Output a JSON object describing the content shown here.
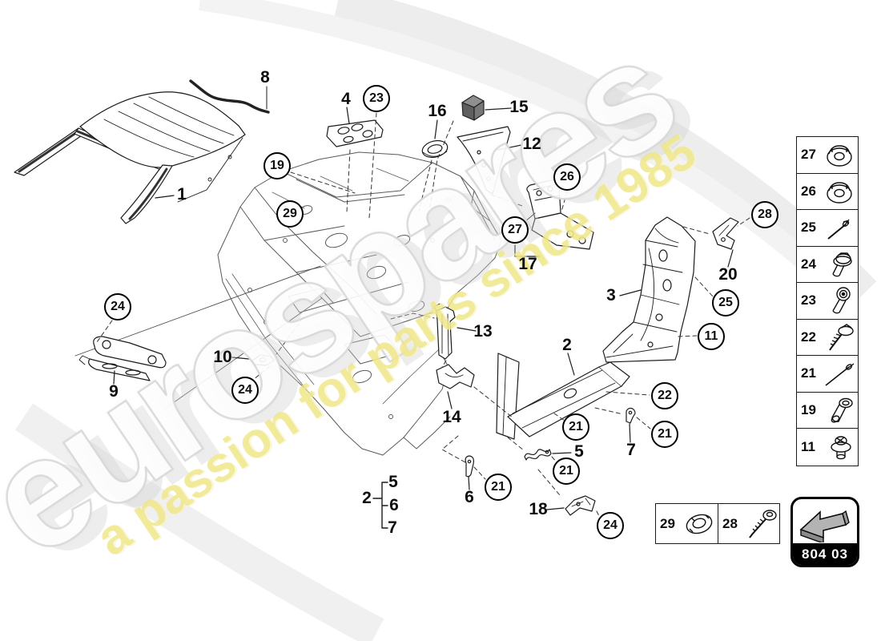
{
  "watermark": {
    "brand": "eurospares",
    "tagline": "a passion for parts since 1985",
    "brand_color": "#ffffff",
    "tagline_color": "#eee684"
  },
  "badge": {
    "code": "804 03",
    "icon": "direction-arrow"
  },
  "diagram": {
    "title_hint": "body shell / roof / pillar parts diagram",
    "plain_labels": [
      "1",
      "8",
      "4",
      "16",
      "15",
      "12",
      "17",
      "3",
      "20",
      "2",
      "13",
      "14",
      "9",
      "10",
      "5",
      "7",
      "6",
      "18",
      "2",
      "5",
      "6",
      "7"
    ],
    "circled_labels": [
      "23",
      "19",
      "29",
      "26",
      "27",
      "28",
      "25",
      "11",
      "24",
      "24",
      "22",
      "21",
      "21",
      "21",
      "21",
      "24"
    ]
  },
  "sidebar": {
    "items": [
      {
        "num": "27",
        "icon": "flange-nut"
      },
      {
        "num": "26",
        "icon": "flange-nut"
      },
      {
        "num": "25",
        "icon": "blind-rivet"
      },
      {
        "num": "24",
        "icon": "flange-bolt"
      },
      {
        "num": "23",
        "icon": "washer-head-screw"
      },
      {
        "num": "22",
        "icon": "self-tapping-screw"
      },
      {
        "num": "21",
        "icon": "long-blind-rivet"
      },
      {
        "num": "19",
        "icon": "sleeve-bushing"
      },
      {
        "num": "11",
        "icon": "sealing-plug"
      }
    ]
  },
  "legend": {
    "cells": [
      {
        "num": "29",
        "icon": "grommet-ring"
      },
      {
        "num": "28",
        "icon": "washer-screw"
      }
    ]
  }
}
